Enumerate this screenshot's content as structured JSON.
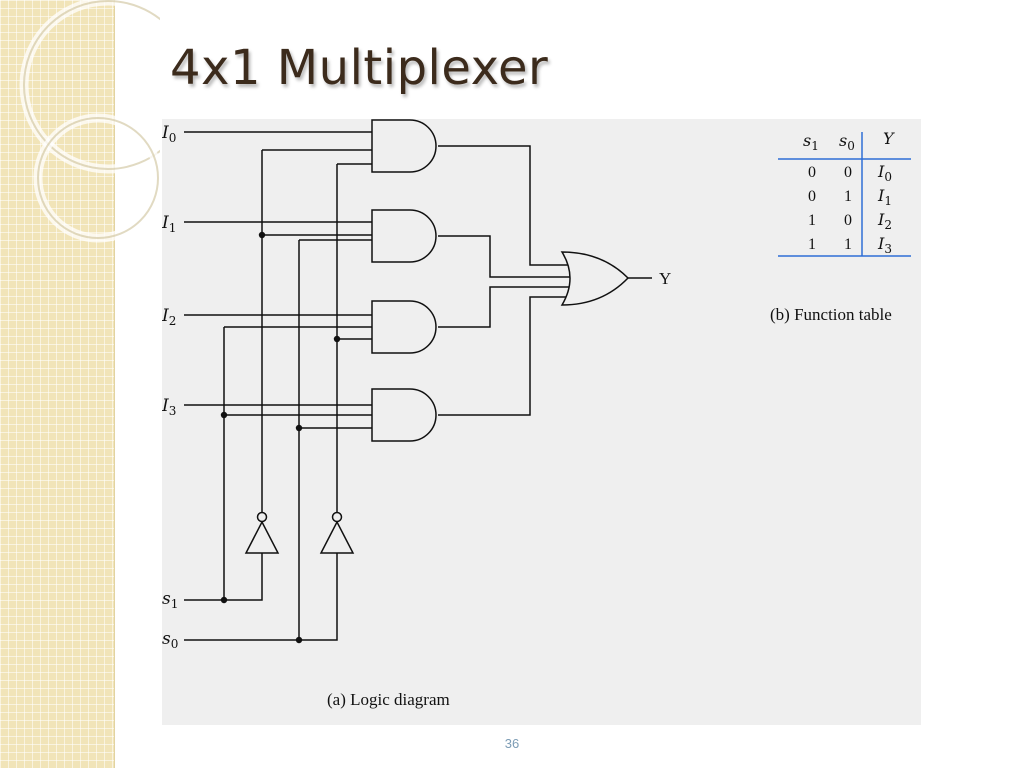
{
  "slide": {
    "title": "4x1 Multiplexer",
    "page_number": "36"
  },
  "logic_diagram": {
    "caption": "(a) Logic diagram",
    "inputs": [
      {
        "base": "I",
        "sub": "0"
      },
      {
        "base": "I",
        "sub": "1"
      },
      {
        "base": "I",
        "sub": "2"
      },
      {
        "base": "I",
        "sub": "3"
      }
    ],
    "selects": [
      {
        "base": "s",
        "sub": "1"
      },
      {
        "base": "s",
        "sub": "0"
      }
    ],
    "output_label": "Y"
  },
  "function_table": {
    "caption": "(b) Function table",
    "headers": [
      {
        "base": "s",
        "sub": "1"
      },
      {
        "base": "s",
        "sub": "0"
      },
      {
        "base": "Y",
        "sub": ""
      }
    ],
    "rows": [
      {
        "s1": "0",
        "s0": "0",
        "y": {
          "base": "I",
          "sub": "0"
        }
      },
      {
        "s1": "0",
        "s0": "1",
        "y": {
          "base": "I",
          "sub": "1"
        }
      },
      {
        "s1": "1",
        "s0": "0",
        "y": {
          "base": "I",
          "sub": "2"
        }
      },
      {
        "s1": "1",
        "s0": "1",
        "y": {
          "base": "I",
          "sub": "3"
        }
      }
    ]
  },
  "colors": {
    "strip": "#f1e4b8",
    "panel": "#efefef",
    "wire": "#111111",
    "table_rule": "#2f6fd6",
    "title": "#3c2b1c",
    "page_number": "#7c9cb5"
  }
}
